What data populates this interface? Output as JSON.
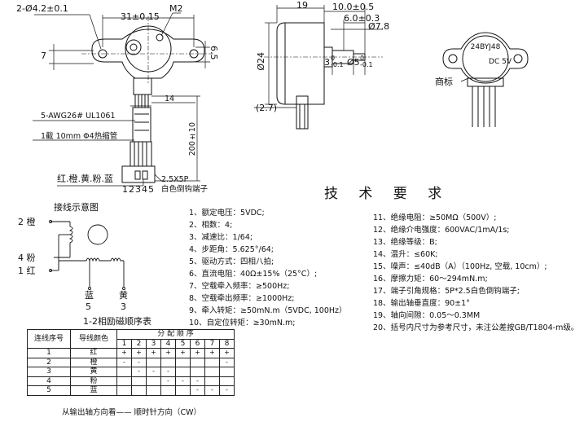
{
  "front_view": {
    "hole_label": "2-Ø4.2±0.1",
    "thread_label": "M2",
    "hole_spacing": "31±0.15",
    "dim_7": "7",
    "dim_65": "6.5",
    "dim_14": "14",
    "wire_label": "5-AWG26# UL1061",
    "sleeve_label": "1截 10mm  Φ4热缩管",
    "length_label": "200±10",
    "color_label": "红.橙.黄.粉.蓝",
    "connector_label": "2.5X5P",
    "pins_label": "12345",
    "terminal_label": "白色倒钩端子"
  },
  "side_view": {
    "dim_19": "19",
    "dim_10": "10.0±0.5",
    "dim_6": "6.0±0.3",
    "dim_78": "Ø7.8",
    "dim_24": "Ø24",
    "dim_3": "3",
    "dim_3_tol": "0\n-0.1",
    "dim_5": "Ø5",
    "dim_5_tol": "0\n-0.1",
    "dim_27": "(2.7)"
  },
  "top_view": {
    "trademark_label": "商标",
    "model_text": "24BYJ48",
    "voltage_text": "DC 5V"
  },
  "wiring": {
    "title": "接线示意图",
    "lead_2": "2 橙",
    "lead_4": "4 粉",
    "lead_1": "1 红",
    "lead_5_color": "蓝",
    "lead_5_num": "5",
    "lead_3_color": "黄",
    "lead_3_num": "3"
  },
  "sequence_table": {
    "title": "1-2相励磁顺序表",
    "head_lead": "连线序号",
    "head_color": "导线颜色",
    "head_seq": "分 配 顺 序",
    "steps": [
      "1",
      "2",
      "3",
      "4",
      "5",
      "6",
      "7",
      "8"
    ],
    "rows": [
      {
        "num": "1",
        "color": "红",
        "marks": [
          "+",
          "+",
          "+",
          "+",
          "+",
          "+",
          "+",
          "+"
        ]
      },
      {
        "num": "2",
        "color": "橙",
        "marks": [
          "-",
          "-",
          "",
          "",
          "",
          "",
          "",
          "-"
        ]
      },
      {
        "num": "3",
        "color": "黄",
        "marks": [
          "",
          "-",
          "-",
          "-",
          "",
          "",
          "",
          ""
        ]
      },
      {
        "num": "4",
        "color": "粉",
        "marks": [
          "",
          "",
          "",
          "-",
          "-",
          "-",
          "",
          ""
        ]
      },
      {
        "num": "5",
        "color": "蓝",
        "marks": [
          "",
          "",
          "",
          "",
          "",
          "-",
          "-",
          "-"
        ]
      }
    ],
    "footer": "从输出轴方向看——     顺时针方向（CW）"
  },
  "specs": {
    "title": "技 术 要 求",
    "left": [
      "1、额定电压：5VDC;",
      "2、相数：4;",
      "3、减速比：1/64;",
      "4、步距角：5.625°/64;",
      "5、驱动方式：四相八拍;",
      "6、直流电阻：40Ω±15%（25°C）;",
      "7、空载牵入频率：≥500Hz;",
      "8、空载牵出频率：≥1000Hz;",
      "9、牵入转矩：≥50mN.m（5VDC, 100Hz）",
      "10、自定位转矩：≥30mN.m;"
    ],
    "right": [
      "11、绝缘电阻：≥50MΩ（500V）;",
      "12、绝缘介电强度：600VAC/1mA/1s;",
      "13、绝缘等级：B;",
      "14、温升：≤60K;",
      "15、噪声：≤40dB（A）（100Hz, 空载, 10cm）;",
      "16、摩擦力矩：60～294mN.m;",
      "17、端子引角规格：5P*2.5白色倒钩端子;",
      "18、输出轴垂直度：90±1°",
      "19、轴向间隙：0.05～0.3MM",
      "20、括号内尺寸为参考尺寸，未注公差按GB/T1804-m级。"
    ]
  }
}
